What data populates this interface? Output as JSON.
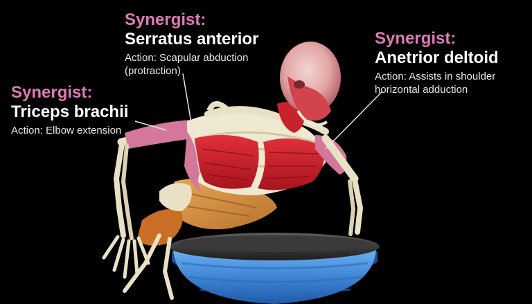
{
  "colors": {
    "synergist_label": "#e07ab7",
    "background": "#000000",
    "muscle_red": "#c8222c",
    "muscle_pink": "#d3789a",
    "muscle_orange": "#d9903f",
    "bone": "#e8e1c6",
    "bosu_blue": "#3f86d6"
  },
  "labels": [
    {
      "id": "serratus",
      "kind": "Synergist:",
      "muscle": "Serratus anterior",
      "action_lines": [
        "Action: Scapular abduction",
        "(protraction)"
      ]
    },
    {
      "id": "deltoid",
      "kind": "Synergist:",
      "muscle": "Anetrior deltoid",
      "action_lines": [
        "Action: Assists in shoulder",
        "horizontal adduction"
      ]
    },
    {
      "id": "triceps",
      "kind": "Synergist:",
      "muscle": "Triceps brachii",
      "action_lines": [
        "Action: Elbow extension"
      ]
    }
  ]
}
